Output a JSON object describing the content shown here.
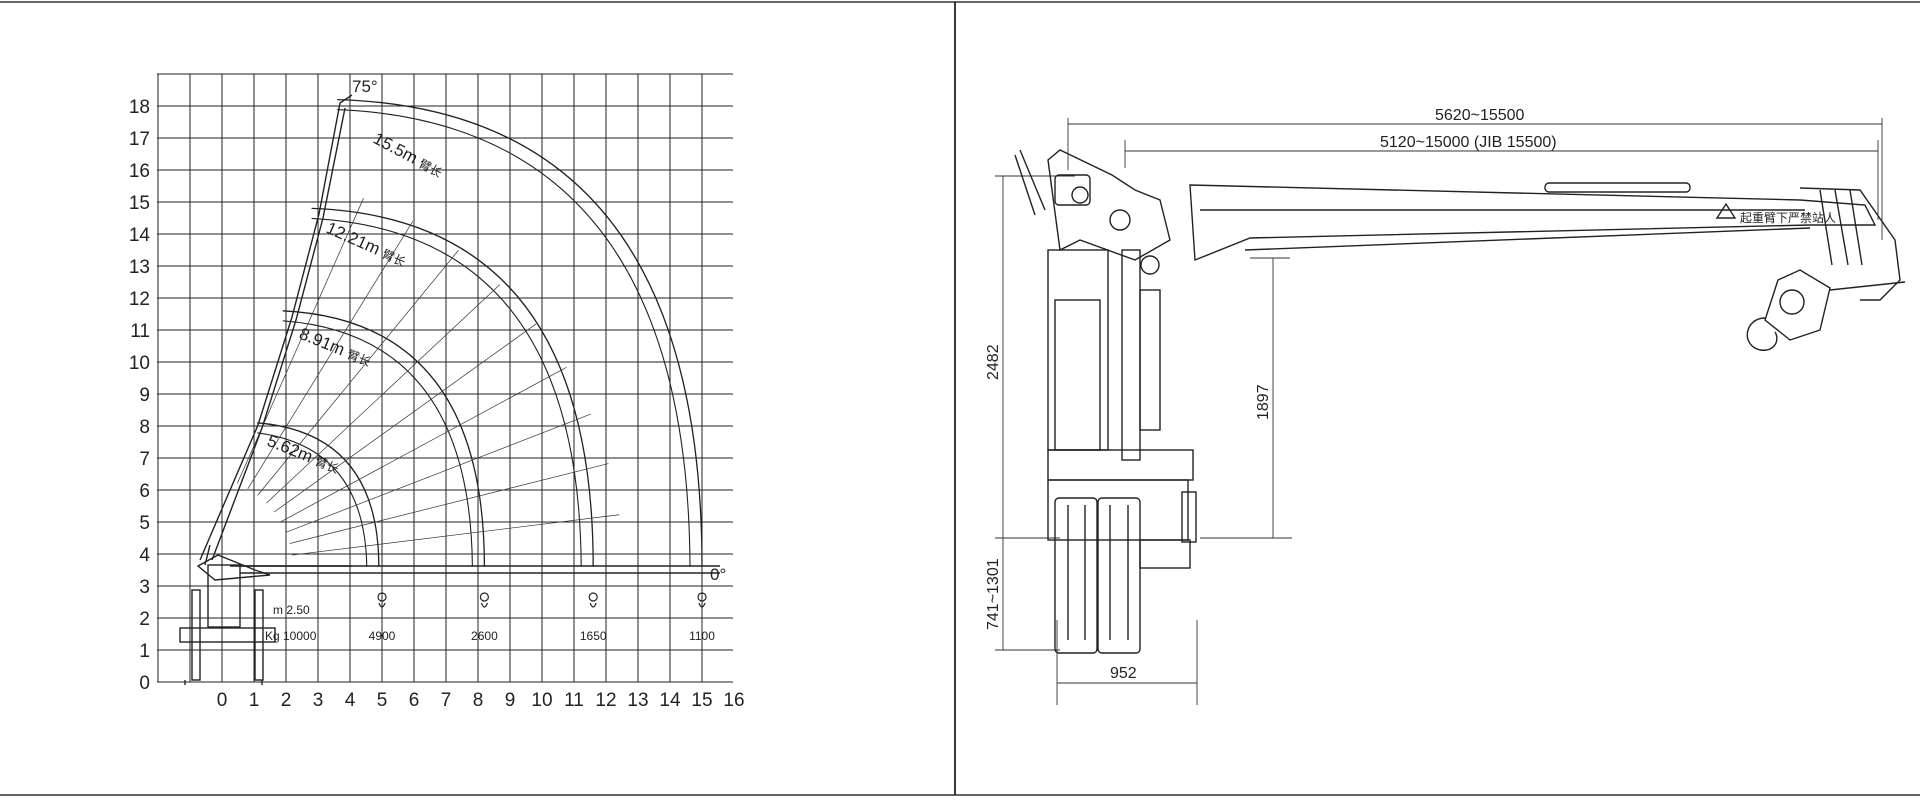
{
  "load_chart": {
    "x_ticks": [
      "0",
      "1",
      "2",
      "3",
      "4",
      "5",
      "6",
      "7",
      "8",
      "9",
      "10",
      "11",
      "12",
      "13",
      "14",
      "15",
      "16"
    ],
    "y_ticks": [
      "0",
      "1",
      "2",
      "3",
      "4",
      "5",
      "6",
      "7",
      "8",
      "9",
      "10",
      "11",
      "12",
      "13",
      "14",
      "15",
      "16",
      "17",
      "18"
    ],
    "angle_top": "75°",
    "angle_bottom": "0°",
    "booms": [
      {
        "length_label": "15.5m",
        "cn": "臂长",
        "radius_m": 15.0,
        "max_height_m": 18.2
      },
      {
        "length_label": "12.21m",
        "cn": "臂长",
        "radius_m": 11.6,
        "max_height_m": 14.8
      },
      {
        "length_label": "8.91m",
        "cn": "臂长",
        "radius_m": 8.2,
        "max_height_m": 11.6
      },
      {
        "length_label": "5.62m",
        "cn": "臂长",
        "radius_m": 4.9,
        "max_height_m": 8.1
      }
    ],
    "legend_m": "m 2.50",
    "legend_kg": "Kg  10000",
    "loads": [
      {
        "radius_m": 5,
        "kg": "4900"
      },
      {
        "radius_m": 8.2,
        "kg": "2600"
      },
      {
        "radius_m": 11.6,
        "kg": "1650"
      },
      {
        "radius_m": 15.0,
        "kg": "1100"
      }
    ]
  },
  "dimension_drawing": {
    "dim_top1": "5620~15500",
    "dim_top2": "5120~15000 (JIB 15500)",
    "dim_height": "2482",
    "dim_hook": "1897",
    "dim_leg": "741~1301",
    "dim_width": "952",
    "warning_text": "起重臂下严禁站人"
  }
}
